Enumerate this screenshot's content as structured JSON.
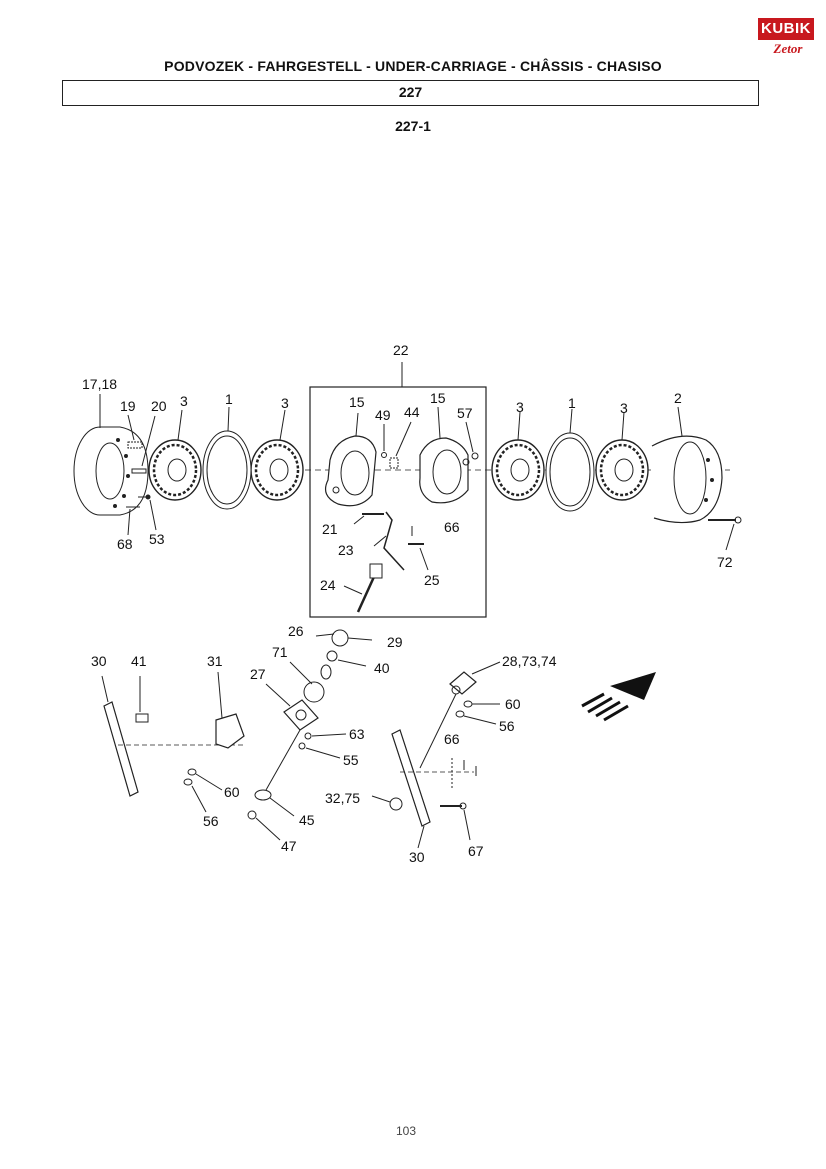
{
  "header": {
    "title": "PODVOZEK - FAHRGESTELL - UNDER-CARRIAGE - CHÂSSIS - CHASISO",
    "section": "227",
    "subsection": "227-1"
  },
  "logo": {
    "brand": "KUBIK",
    "sub": "Zetor",
    "accent_color": "#c8181e"
  },
  "callouts": {
    "c17_18": "17,18",
    "c19": "19",
    "c20": "20",
    "c3a": "3",
    "c1a": "1",
    "c3b": "3",
    "c22": "22",
    "c15a": "15",
    "c49": "49",
    "c44": "44",
    "c15b": "15",
    "c57": "57",
    "c3c": "3",
    "c1b": "1",
    "c3d": "3",
    "c2": "2",
    "c68": "68",
    "c53": "53",
    "c21": "21",
    "c66a": "66",
    "c23": "23",
    "c25": "25",
    "c72": "72",
    "c24": "24",
    "c26": "26",
    "c29": "29",
    "c40": "40",
    "c30a": "30",
    "c41": "41",
    "c31": "31",
    "c71": "71",
    "c27": "27",
    "c28_73_74": "28,73,74",
    "c60a": "60",
    "c56a": "56",
    "c63": "63",
    "c55": "55",
    "c66b": "66",
    "c60b": "60",
    "c56b": "56",
    "c45": "45",
    "c32_75": "32,75",
    "c47": "47",
    "c30b": "30",
    "c67": "67"
  },
  "footer": {
    "page": "103"
  }
}
